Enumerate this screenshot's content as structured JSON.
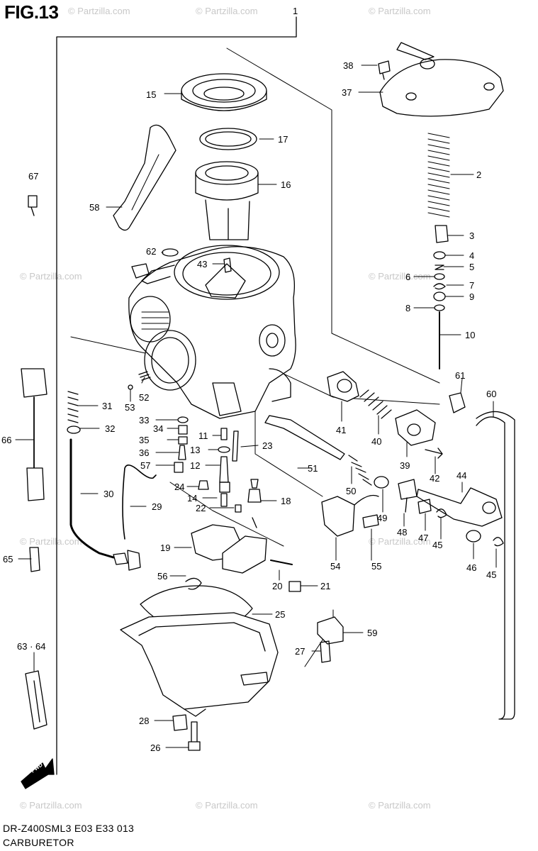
{
  "figure_title": "FIG.13",
  "footer": {
    "model_line": "DR-Z400SML3  E03  E33  013",
    "section_name": "CARBURETOR"
  },
  "watermark_text": "© Partzilla.com",
  "fwd_label": "FWD",
  "callouts": [
    {
      "id": "c1",
      "label": "1"
    },
    {
      "id": "c15",
      "label": "15"
    },
    {
      "id": "c17",
      "label": "17"
    },
    {
      "id": "c16",
      "label": "16"
    },
    {
      "id": "c58",
      "label": "58"
    },
    {
      "id": "c67",
      "label": "67"
    },
    {
      "id": "c38",
      "label": "38"
    },
    {
      "id": "c37",
      "label": "37"
    },
    {
      "id": "c2",
      "label": "2"
    },
    {
      "id": "c3",
      "label": "3"
    },
    {
      "id": "c4",
      "label": "4"
    },
    {
      "id": "c5",
      "label": "5"
    },
    {
      "id": "c6",
      "label": "6"
    },
    {
      "id": "c7",
      "label": "7"
    },
    {
      "id": "c9",
      "label": "9"
    },
    {
      "id": "c8",
      "label": "8"
    },
    {
      "id": "c10",
      "label": "10"
    },
    {
      "id": "c62",
      "label": "62"
    },
    {
      "id": "c43",
      "label": "43"
    },
    {
      "id": "c61",
      "label": "61"
    },
    {
      "id": "c60",
      "label": "60"
    },
    {
      "id": "c52",
      "label": "52"
    },
    {
      "id": "c53",
      "label": "53"
    },
    {
      "id": "c31",
      "label": "31"
    },
    {
      "id": "c32",
      "label": "32"
    },
    {
      "id": "c66",
      "label": "66"
    },
    {
      "id": "c33",
      "label": "33"
    },
    {
      "id": "c34",
      "label": "34"
    },
    {
      "id": "c35",
      "label": "35"
    },
    {
      "id": "c36",
      "label": "36"
    },
    {
      "id": "c57",
      "label": "57"
    },
    {
      "id": "c11",
      "label": "11"
    },
    {
      "id": "c13",
      "label": "13"
    },
    {
      "id": "c12",
      "label": "12"
    },
    {
      "id": "c23",
      "label": "23"
    },
    {
      "id": "c41",
      "label": "41"
    },
    {
      "id": "c40",
      "label": "40"
    },
    {
      "id": "c39",
      "label": "39"
    },
    {
      "id": "c42",
      "label": "42"
    },
    {
      "id": "c44",
      "label": "44"
    },
    {
      "id": "c51",
      "label": "51"
    },
    {
      "id": "c30",
      "label": "30"
    },
    {
      "id": "c29",
      "label": "29"
    },
    {
      "id": "c24",
      "label": "24"
    },
    {
      "id": "c14",
      "label": "14"
    },
    {
      "id": "c22",
      "label": "22"
    },
    {
      "id": "c18",
      "label": "18"
    },
    {
      "id": "c50",
      "label": "50"
    },
    {
      "id": "c49",
      "label": "49"
    },
    {
      "id": "c48",
      "label": "48"
    },
    {
      "id": "c47",
      "label": "47"
    },
    {
      "id": "c45a",
      "label": "45"
    },
    {
      "id": "c46",
      "label": "46"
    },
    {
      "id": "c45b",
      "label": "45"
    },
    {
      "id": "c54",
      "label": "54"
    },
    {
      "id": "c55",
      "label": "55"
    },
    {
      "id": "c65",
      "label": "65"
    },
    {
      "id": "c19",
      "label": "19"
    },
    {
      "id": "c56",
      "label": "56"
    },
    {
      "id": "c20",
      "label": "20"
    },
    {
      "id": "c21",
      "label": "21"
    },
    {
      "id": "c25",
      "label": "25"
    },
    {
      "id": "c59",
      "label": "59"
    },
    {
      "id": "c63_64",
      "label": "63 · 64"
    },
    {
      "id": "c27",
      "label": "27"
    },
    {
      "id": "c28",
      "label": "28"
    },
    {
      "id": "c26",
      "label": "26"
    }
  ]
}
